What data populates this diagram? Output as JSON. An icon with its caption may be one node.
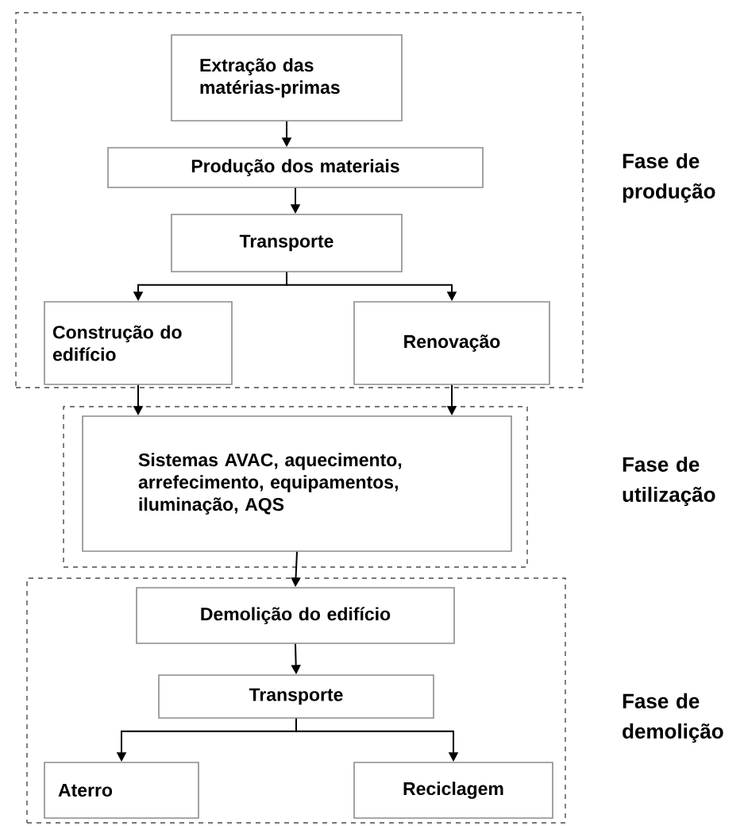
{
  "diagram": {
    "nodes": [
      {
        "text": [
          "Fase de produção"
        ]
      },
      {
        "text": [
          "Extração das matérias-primas"
        ],
        "in": 0
      },
      {
        "text": [
          "Produção dos materiais"
        ],
        "in": 0
      },
      {
        "text": [
          "Transporte"
        ],
        "in": 0
      },
      {
        "text": [
          "Construção do edifício"
        ],
        "in": 0
      },
      {
        "text": [
          "Renovação"
        ],
        "in": 0
      },
      {
        "text": [
          "Fase de utilização"
        ]
      },
      {
        "text": [
          "Sistemas AVAC, aquecimento, arrefecimento, equipamentos, iluminação, AQS"
        ],
        "in": 6
      },
      {
        "text": [
          "Fase de demolição"
        ]
      },
      {
        "text": [
          "Demolição do edifício"
        ],
        "in": 8
      },
      {
        "text": [
          "Transporte"
        ],
        "in": 8
      },
      {
        "text": [
          "Aterro"
        ],
        "in": 8
      },
      {
        "text": [
          "Reciclagem"
        ],
        "in": 8
      }
    ],
    "edges": [
      {
        "from": 1,
        "to": 2,
        "arrow": "to"
      },
      {
        "from": 2,
        "to": 3,
        "arrow": "to"
      },
      {
        "from": 3,
        "to": 4,
        "arrow": "to"
      },
      {
        "from": 3,
        "to": 5,
        "arrow": "to"
      },
      {
        "from": 4,
        "to": 7,
        "arrow": "to"
      },
      {
        "from": 5,
        "to": 7,
        "arrow": "to"
      },
      {
        "from": 7,
        "to": 9,
        "arrow": "to"
      },
      {
        "from": 9,
        "to": 10,
        "arrow": "to"
      },
      {
        "from": 10,
        "to": 11,
        "arrow": "to"
      },
      {
        "from": 10,
        "to": 12,
        "arrow": "to"
      }
    ]
  }
}
